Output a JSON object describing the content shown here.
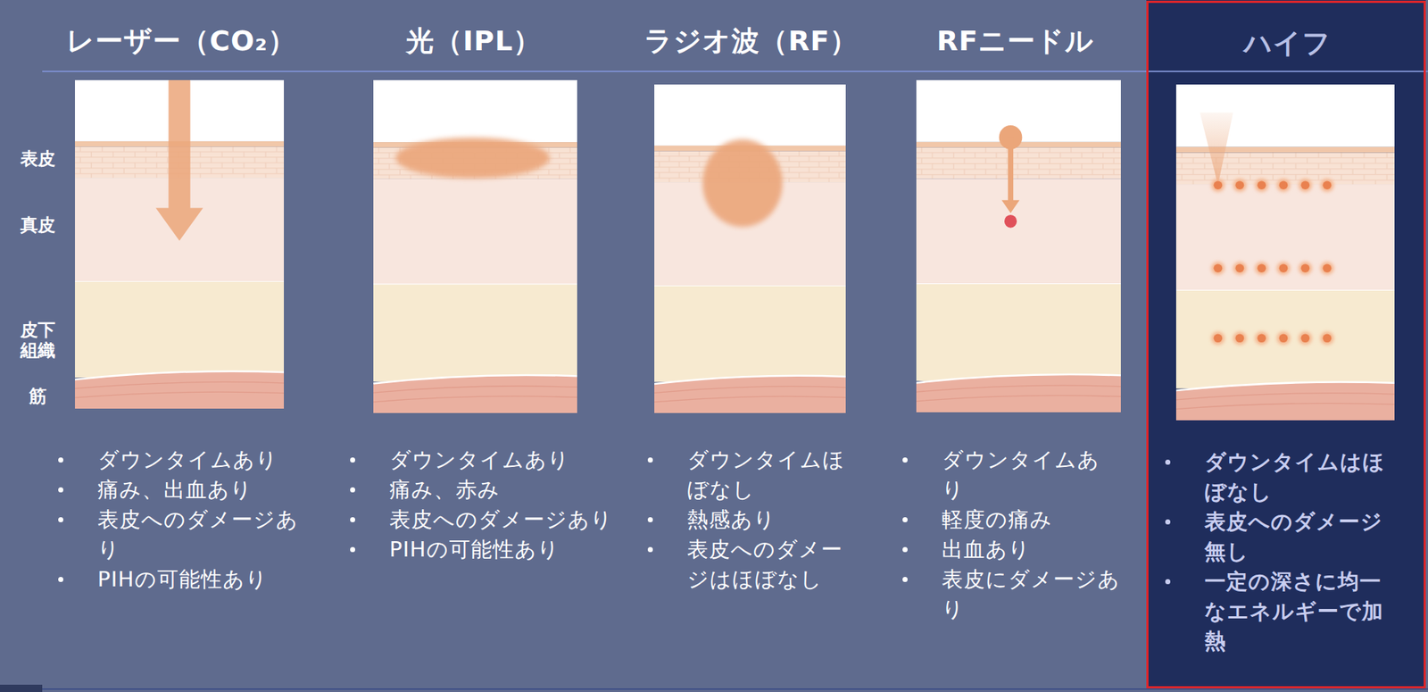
{
  "diagram": {
    "nodes": [
      {
        "text": [
          "ハイフ",
          "ダウンタイムはほぼなし",
          "表皮へのダメージ無し",
          "一定の深さに均一なエネルギーで加熱"
        ]
      }
    ],
    "labels": [
      "表皮",
      "真皮",
      "皮下組織",
      "筋",
      "レーザー（CO₂）",
      "光（IPL）",
      "ラジオ波（RF）",
      "RFニードル",
      "ダウンタイムあり",
      "痛み、出血あり",
      "表皮へのダメージあり",
      "PIHの可能性あり",
      "ダウンタイムあり",
      "痛み、赤み",
      "表皮へのダメージあり",
      "PIHの可能性あり",
      "ダウンタイムほぼなし",
      "熱感あり",
      "表皮へのダメージはほぼなし",
      "ダウンタイムあり",
      "軽度の痛み",
      "出血あり",
      "表皮にダメージあり"
    ]
  }
}
